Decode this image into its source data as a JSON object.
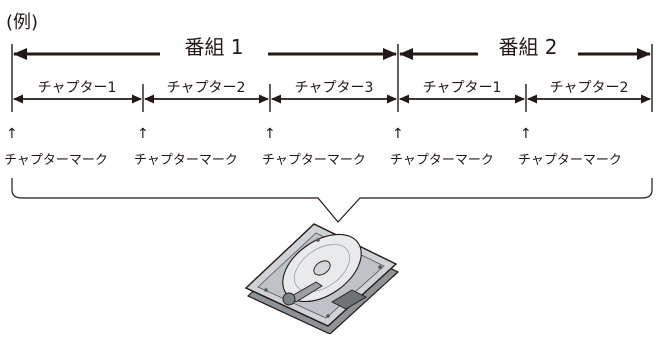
{
  "example_label": "(例)",
  "programs": [
    {
      "label": "番組 1"
    },
    {
      "label": "番組 2"
    }
  ],
  "chapters": [
    {
      "label": "チャプター1"
    },
    {
      "label": "チャプター2"
    },
    {
      "label": "チャプター3"
    },
    {
      "label": "チャプター1"
    },
    {
      "label": "チャプター2"
    }
  ],
  "chapter_marks": [
    {
      "arrow": "↑",
      "label": "チャプターマーク"
    },
    {
      "arrow": "↑",
      "label": "チャプターマーク"
    },
    {
      "arrow": "↑",
      "label": "チャプターマーク"
    },
    {
      "arrow": "↑",
      "label": "チャプターマーク"
    },
    {
      "arrow": "↑",
      "label": "チャプターマーク"
    }
  ],
  "device": {
    "icon": "hard-disk-drive-icon"
  },
  "colors": {
    "line": "#231815",
    "background": "#ffffff",
    "disk_body": "#cfd2d6",
    "disk_platter": "#e9eaec"
  }
}
